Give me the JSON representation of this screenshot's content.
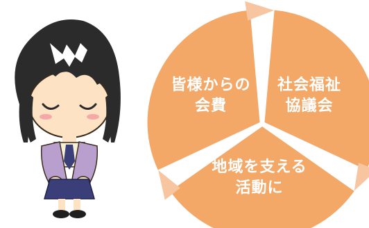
{
  "diagram": {
    "segments": [
      {
        "id": "dues",
        "lines": [
          "皆様からの",
          "会費"
        ]
      },
      {
        "id": "council",
        "lines": [
          "社会福祉",
          "協議会"
        ]
      },
      {
        "id": "activities",
        "lines": [
          "地域を支える",
          "活動に"
        ]
      }
    ],
    "colors": {
      "segment_fill": "#f4a868",
      "arrow": "#f7c6a0",
      "hair": "#2b2b2b",
      "skin": "#fde3c4",
      "shirt": "#f6f1d6",
      "jacket": "#b99fce",
      "skirt": "#3a3f7a",
      "cheek": "#f39aa0"
    }
  },
  "illustration": {
    "subject": "girl-bowing",
    "mood": "apologetic"
  }
}
